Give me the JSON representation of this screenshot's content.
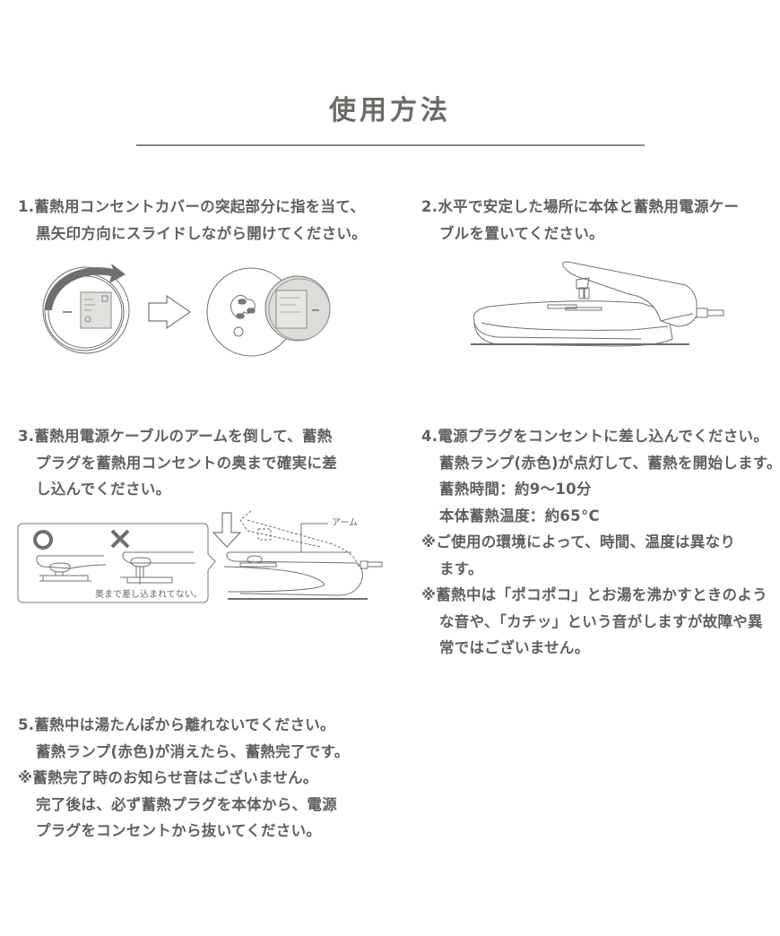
{
  "page": {
    "title": "使用方法"
  },
  "steps": [
    {
      "number": "1.",
      "lines": [
        "1.蓄熱用コンセントカバーの突起部分に指を当て、",
        "黒矢印方向にスライドしながら開けてください。"
      ],
      "illustration": "outlet-cover-slide-diagram"
    },
    {
      "number": "2.",
      "lines": [
        "2.水平で安定した場所に本体と蓄熱用電源ケー",
        "ブルを置いてください。"
      ],
      "illustration": "hot-water-bottle-with-cable-diagram"
    },
    {
      "number": "3.",
      "lines": [
        "3.蓄熱用電源ケーブルのアームを倒して、蓄熱",
        "プラグを蓄熱用コンセントの奥まで確実に差",
        "し込んでください。"
      ],
      "illustration": {
        "correct_mark": "O",
        "wrong_mark": "×",
        "wrong_caption": "奥まで差し込まれてない。",
        "arm_label": "アーム"
      }
    },
    {
      "number": "4.",
      "lines": [
        "4.電源プラグをコンセントに差し込んでください。",
        "蓄熱ランプ(赤色)が点灯して、蓄熱を開始します。",
        "蓄熱時間：約9〜10分",
        "本体蓄熱温度：約65°C",
        "※ご使用の環境によって、時間、温度は異なり",
        "ます。",
        "※蓄熱中は「ポコポコ」とお湯を沸かすときのよう",
        "な音や、「カチッ」という音がしますが故障や異",
        "常ではございません。"
      ]
    },
    {
      "number": "5.",
      "lines": [
        "5.蓄熱中は湯たんぽから離れないでください。",
        "蓄熱ランプ(赤色)が消えたら、蓄熱完了です。",
        "※蓄熱完了時のお知らせ音はございません。",
        "完了後は、必ず蓄熱プラグを本体から、電源",
        "プラグをコンセントから抜いてください。"
      ]
    }
  ],
  "colors": {
    "text": "#606060",
    "title": "#6a6a66",
    "divider": "#8a8a84",
    "line_art": "#6e6e6e",
    "arrow_fill": "#6f6f6b",
    "label_fill": "#e2e2de"
  }
}
